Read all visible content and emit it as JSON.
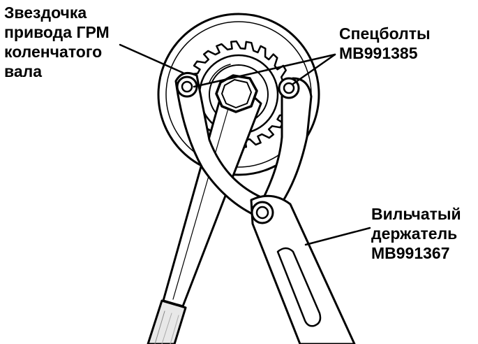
{
  "labels": {
    "sprocket": {
      "lines": [
        "Звездочка",
        "привода ГРМ",
        "коленчатого",
        "вала"
      ]
    },
    "special_bolts": {
      "lines": [
        "Спецболты",
        "MB991385"
      ]
    },
    "fork_holder": {
      "lines": [
        "Вильчатый",
        "держатель",
        "MB991367"
      ]
    }
  },
  "colors": {
    "line": "#000000",
    "fill": "#ffffff"
  }
}
